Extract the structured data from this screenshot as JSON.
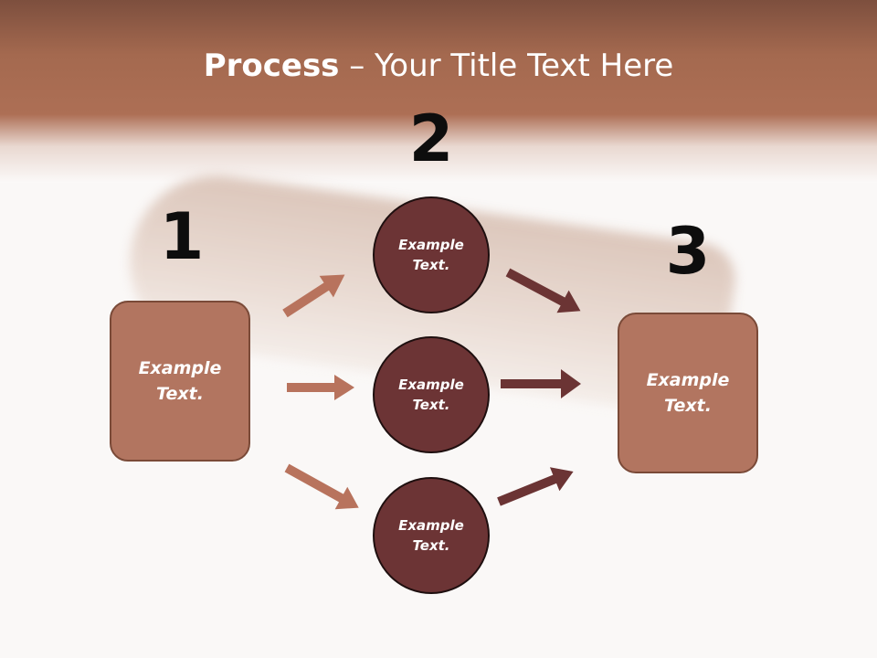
{
  "slide": {
    "title_bold": "Process",
    "title_rest": " – Your Title Text Here"
  },
  "steps": {
    "one": "1",
    "two": "2",
    "three": "3"
  },
  "boxes": {
    "left_label": "Example\nText.",
    "right_label": "Example\nText."
  },
  "circles": [
    {
      "label": "Example\nText."
    },
    {
      "label": "Example\nText."
    },
    {
      "label": "Example\nText."
    }
  ],
  "colors": {
    "header": "#ad6f55",
    "box_fill": "#b27560",
    "circle_fill": "#6c3435",
    "arrow_light": "#b8735d",
    "arrow_dark": "#6b3434"
  }
}
